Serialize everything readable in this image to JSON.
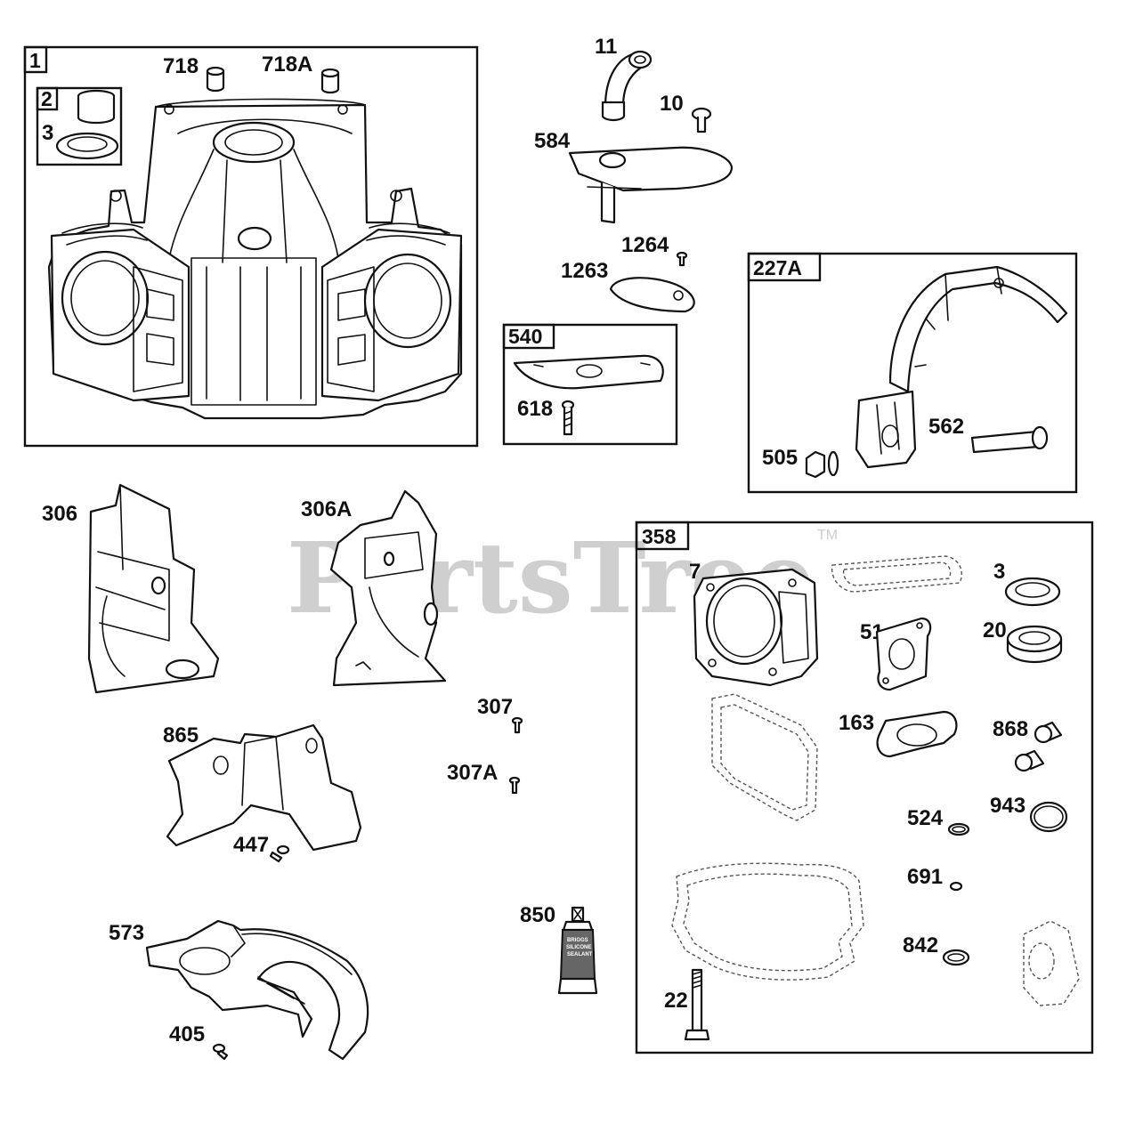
{
  "watermark": {
    "brand": "PartsTree",
    "trademark": "TM"
  },
  "groups": [
    {
      "id": "1"
    },
    {
      "id": "2"
    },
    {
      "id": "540"
    },
    {
      "id": "227A"
    },
    {
      "id": "358"
    }
  ],
  "callouts": {
    "p718": "718",
    "p718A": "718A",
    "p3a": "3",
    "p11": "11",
    "p10": "10",
    "p584": "584",
    "p1264": "1264",
    "p1263": "1263",
    "p618": "618",
    "p562": "562",
    "p505": "505",
    "p306": "306",
    "p306A": "306A",
    "p307": "307",
    "p307A": "307A",
    "p865": "865",
    "p447": "447",
    "p573": "573",
    "p405": "405",
    "p850": "850",
    "p7": "7",
    "p3b": "3",
    "p20": "20",
    "p51": "51",
    "p163": "163",
    "p868": "868",
    "p524": "524",
    "p943": "943",
    "p691": "691",
    "p842": "842",
    "p22": "22"
  },
  "tube": {
    "line1": "BRIGGS",
    "line2": "SILICONE",
    "line3": "SEALANT"
  }
}
